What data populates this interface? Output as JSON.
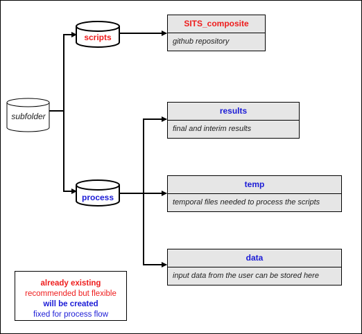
{
  "colors": {
    "existing": "#ee1c1c",
    "created": "#1b1bd6",
    "box_fill": "#e6e6e6",
    "line": "#000000"
  },
  "folders": {
    "root": {
      "label": "subfolder"
    },
    "scripts": {
      "label": "scripts",
      "kind": "already existing"
    },
    "process": {
      "label": "process",
      "kind": "will be created"
    }
  },
  "boxes": {
    "sits": {
      "title": "SITS_composite",
      "description": "github repository",
      "kind": "already existing"
    },
    "results": {
      "title": "results",
      "description": "final and interim results",
      "kind": "will be created"
    },
    "temp": {
      "title": "temp",
      "description": "temporal files needed to process the scripts",
      "kind": "will be created"
    },
    "data": {
      "title": "data",
      "description": "input data from the user can be stored here",
      "kind": "will be created"
    }
  },
  "legend": {
    "existing": "already existing",
    "existing_note": "recommended but flexible",
    "created": "will be created",
    "created_note": "fixed for process flow"
  }
}
